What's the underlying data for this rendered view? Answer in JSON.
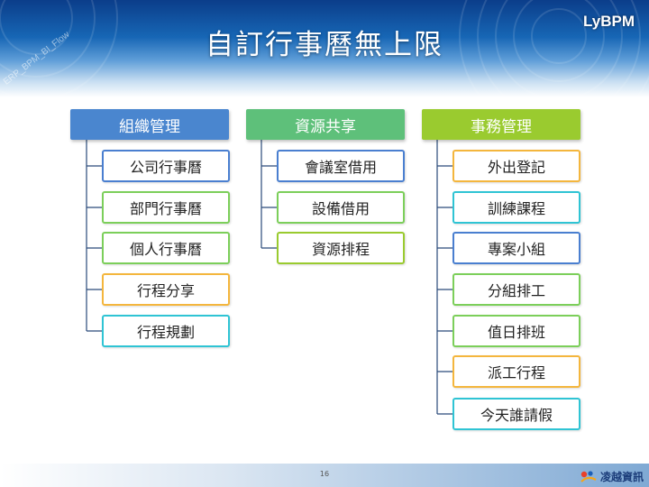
{
  "header": {
    "title": "自訂行事曆無上限",
    "brand": "LyBPM",
    "watermark": "ERP_BPM_BI_Flow"
  },
  "columns": [
    {
      "title": "組織管理",
      "color": "#4a86cf",
      "items": [
        "公司行事曆",
        "部門行事曆",
        "個人行事曆",
        "行程分享",
        "行程規劃"
      ]
    },
    {
      "title": "資源共享",
      "color": "#5ec07a",
      "items": [
        "會議室借用",
        "設備借用",
        "資源排程"
      ]
    },
    {
      "title": "事務管理",
      "color": "#9acb2f",
      "items": [
        "外出登記",
        "訓練課程",
        "專案小組",
        "分組排工",
        "值日排班",
        "派工行程",
        "今天誰請假"
      ]
    }
  ],
  "item_border_colors": {
    "blue": "#4a7fd0",
    "green": "#7ccf5a",
    "orange": "#f4b63d",
    "cyan": "#2fc4d4"
  },
  "footer": {
    "page_number": "16",
    "company": "凌越資訊"
  }
}
